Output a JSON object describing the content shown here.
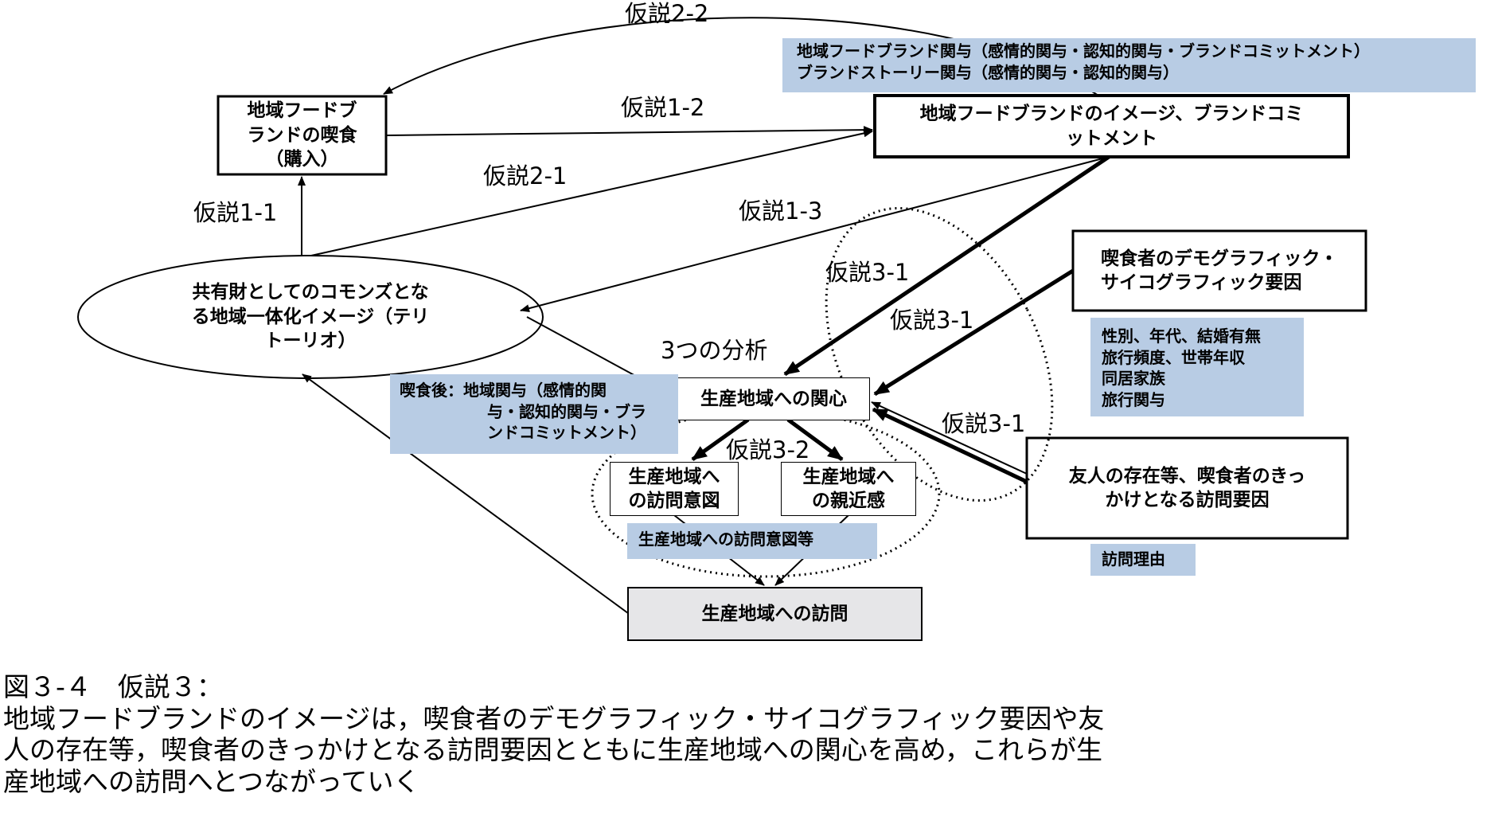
{
  "diagram": {
    "boxes": {
      "food_eating": [
        "地域フードブ",
        "ランドの喫食",
        "（購入）"
      ],
      "brand_image": [
        "地域フードブランドのイメージ、ブランドコミ",
        "ットメント"
      ],
      "commons_image": [
        "共有財としてのコモンズとな",
        "る地域一体化イメージ（テリ",
        "トーリオ）"
      ],
      "interest": "生産地域への関心",
      "visit_intention": [
        "生産地域へ",
        "の訪問意図"
      ],
      "affinity": [
        "生産地域へ",
        "の親近感"
      ],
      "visit": "生産地域への訪問",
      "demographic": [
        "喫食者のデモグラフィック・",
        "サイコグラフィック要因"
      ],
      "friend": [
        "友人の存在等、喫食者のきっ",
        "かけとなる訪問要因"
      ]
    },
    "notes": {
      "brand_involvement": [
        "地域フードブランド関与（感情的関与・認知的関与・ブランドコミットメント）",
        "ブランドストーリー関与（感情的関与・認知的関与）"
      ],
      "after_eating": [
        "喫食後：地域関与（感情的関",
        "与・認知的関与・ブラ",
        "ンドコミットメント）"
      ],
      "demographic_items": [
        "性別、年代、結婚有無",
        "旅行頻度、世帯年収",
        "同居家族",
        "旅行関与"
      ],
      "visit_intention_etc": "生産地域への訪問意図等",
      "visit_reason": "訪問理由"
    },
    "hypotheses": {
      "h2_2": "仮説2-2",
      "h1_2": "仮説1-2",
      "h2_1": "仮説2-1",
      "h1_1": "仮説1-1",
      "h1_3": "仮説1-3",
      "h3_1_a": "仮説3-1",
      "h3_1_b": "仮説3-1",
      "h3_1_c": "仮説3-1",
      "h3_2": "仮説3-2"
    },
    "analysis_label": "3つの分析"
  },
  "caption": {
    "line1": "図３-４　仮説３：",
    "line2": "地域フードブランドのイメージは，喫食者のデモグラフィック・サイコグラフィック要因や友",
    "line3": "人の存在等，喫食者のきっかけとなる訪問要因とともに生産地域への関心を高め，これらが生",
    "line4": "産地域への訪問へとつながっていく"
  }
}
